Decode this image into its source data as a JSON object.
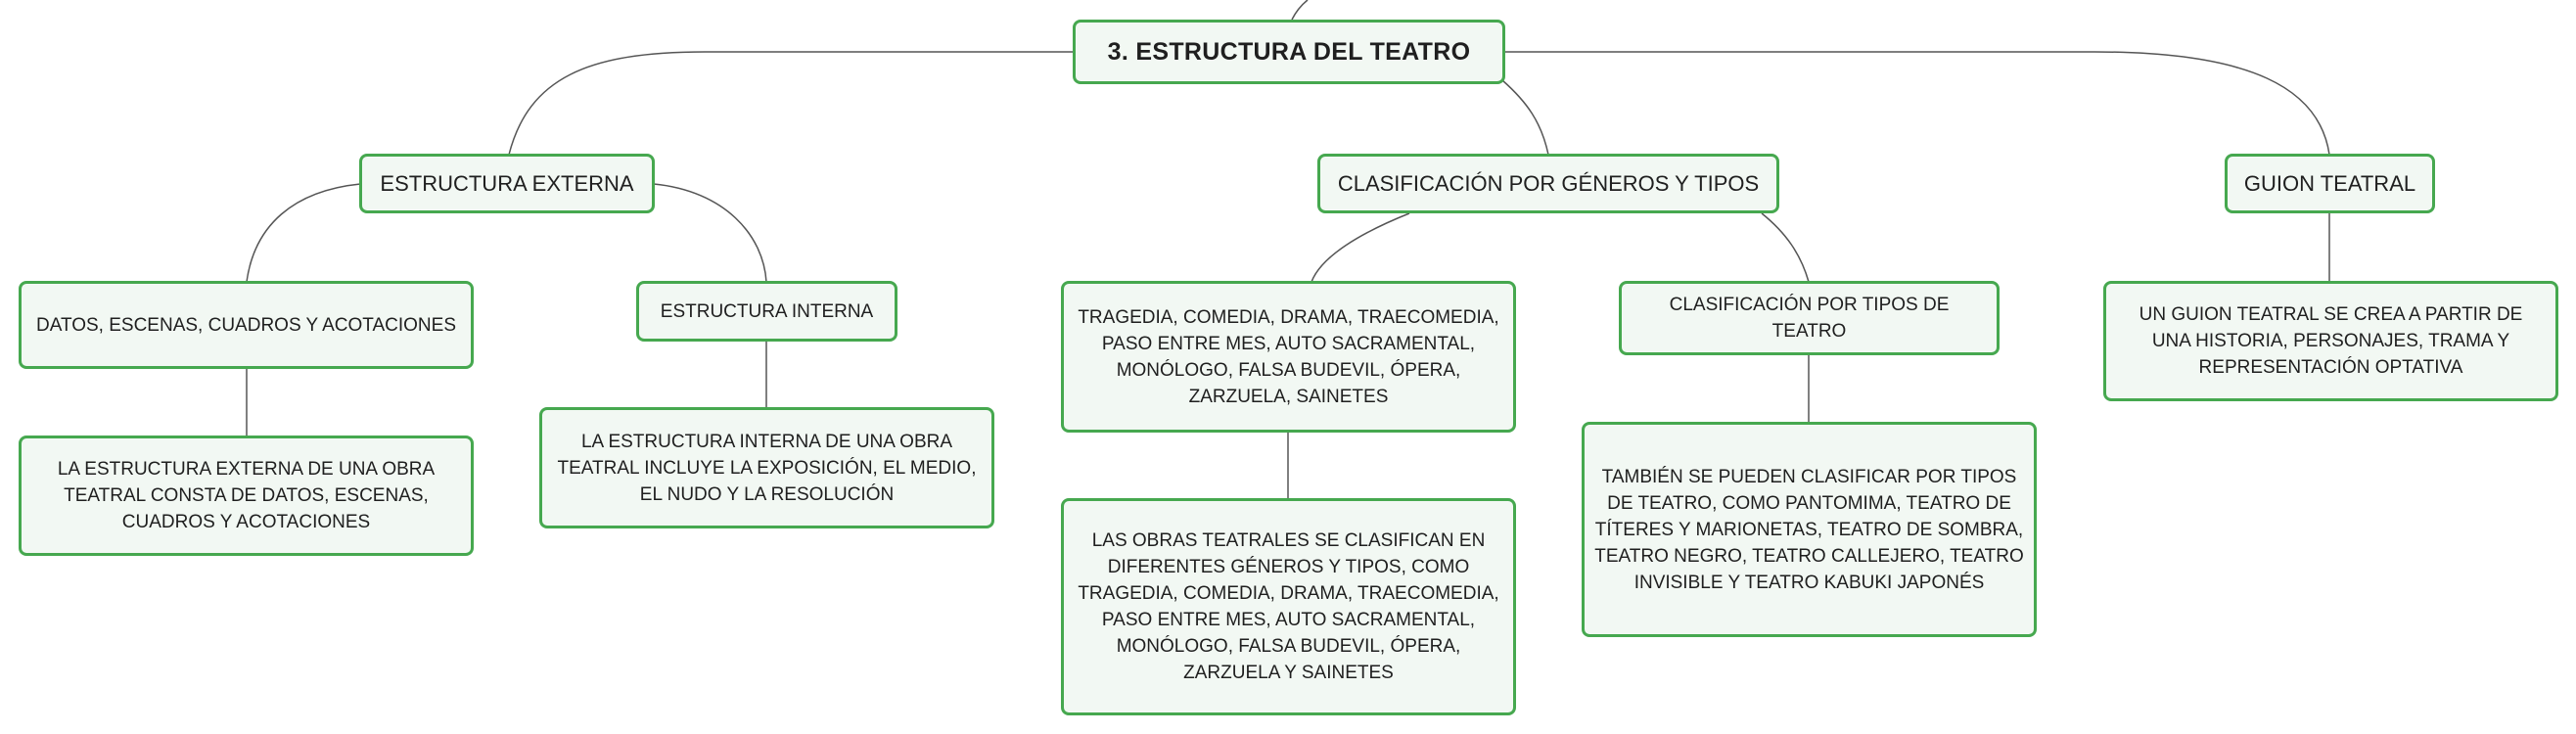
{
  "diagram": {
    "root": "3. ESTRUCTURA DEL TEATRO",
    "externa": {
      "title": "ESTRUCTURA EXTERNA",
      "item": "DATOS, ESCENAS, CUADROS Y ACOTACIONES",
      "detail": "LA ESTRUCTURA EXTERNA DE UNA OBRA TEATRAL CONSTA DE DATOS, ESCENAS, CUADROS Y ACOTACIONES"
    },
    "interna": {
      "title": "ESTRUCTURA INTERNA",
      "detail": "LA ESTRUCTURA INTERNA DE UNA OBRA TEATRAL INCLUYE LA EXPOSICIÓN, EL MEDIO, EL NUDO Y LA RESOLUCIÓN"
    },
    "clasificacion": {
      "title": "CLASIFICACIÓN POR GÉNEROS Y TIPOS",
      "generos": "TRAGEDIA, COMEDIA, DRAMA, TRAECOMEDIA, PASO ENTRE MES, AUTO SACRAMENTAL, MONÓLOGO, FALSA BUDEVIL, ÓPERA, ZARZUELA, SAINETES",
      "generos_detail": "LAS OBRAS TEATRALES SE CLASIFICAN EN DIFERENTES GÉNEROS Y TIPOS, COMO TRAGEDIA, COMEDIA, DRAMA, TRAECOMEDIA, PASO ENTRE MES, AUTO SACRAMENTAL, MONÓLOGO, FALSA BUDEVIL, ÓPERA, ZARZUELA Y SAINETES",
      "tipos": "CLASIFICACIÓN POR TIPOS DE TEATRO",
      "tipos_detail": "TAMBIÉN SE PUEDEN CLASIFICAR POR TIPOS DE TEATRO, COMO PANTOMIMA, TEATRO DE TÍTERES Y MARIONETAS, TEATRO DE SOMBRA, TEATRO NEGRO, TEATRO CALLEJERO, TEATRO INVISIBLE Y TEATRO KABUKI JAPONÉS"
    },
    "guion": {
      "title": "GUION TEATRAL",
      "detail": "UN GUION TEATRAL SE CREA A PARTIR DE UNA HISTORIA, PERSONAJES, TRAMA Y REPRESENTACIÓN OPTATIVA"
    }
  },
  "colors": {
    "node_fill": "#f2f8f3",
    "node_border": "#46a84f",
    "connector": "#555555",
    "text": "#1f1f1f"
  }
}
